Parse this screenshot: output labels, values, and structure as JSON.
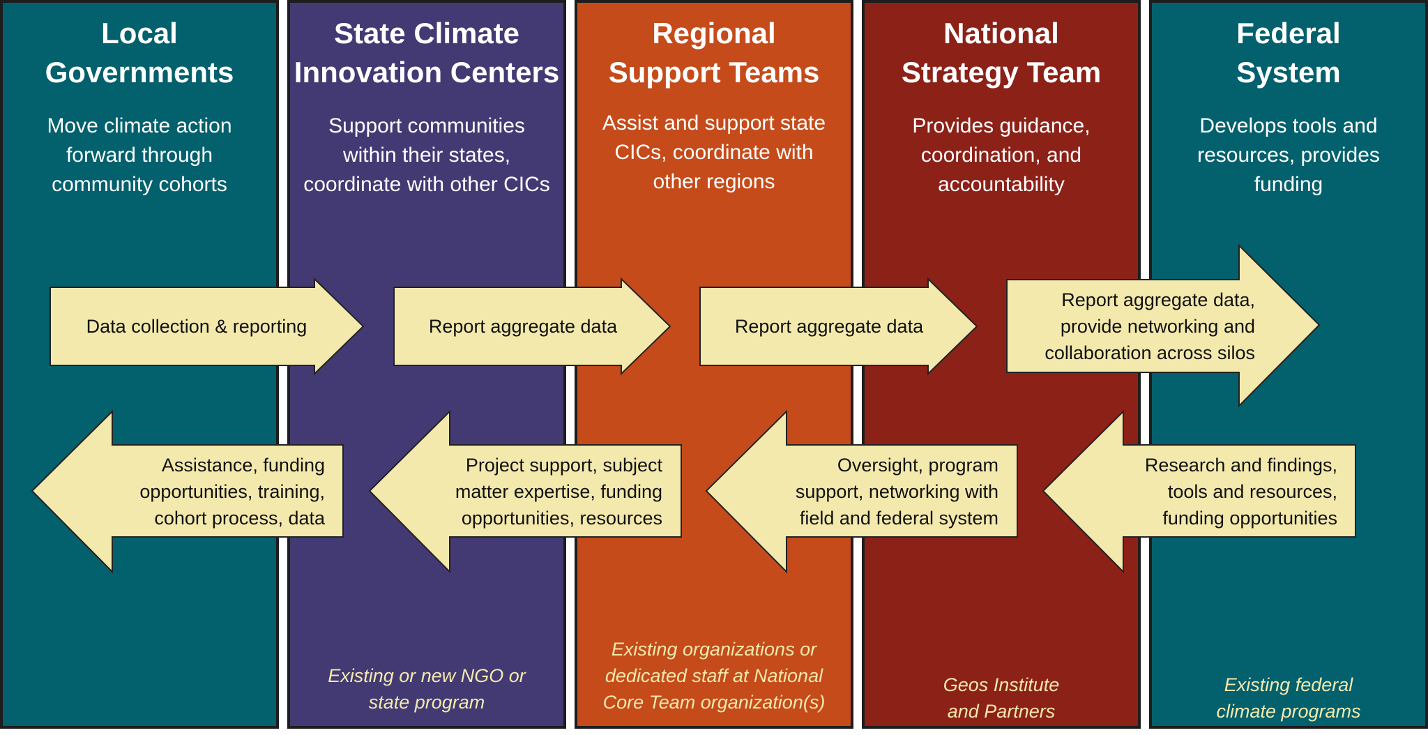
{
  "colors": {
    "local": "#03606d",
    "state": "#433a73",
    "regional": "#c54b1a",
    "national": "#8c2118",
    "federal": "#03606d",
    "arrow_fill": "#f3e9ad",
    "note_text": "#f3e9ad"
  },
  "columns": [
    {
      "title": "Local\nGovernments",
      "description": "Move climate action\nforward through\ncommunity cohorts",
      "note": ""
    },
    {
      "title": "State Climate\nInnovation Centers",
      "description": "Support communities\nwithin their states,\ncoordinate with other CICs",
      "note": "Existing or new NGO or\nstate program"
    },
    {
      "title": "Regional\nSupport Teams",
      "description": "Assist and support state\nCICs, coordinate with\nother regions",
      "note": "Existing organizations or\ndedicated staff at National\nCore Team organization(s)"
    },
    {
      "title": "National\nStrategy Team",
      "description": "Provides guidance,\ncoordination, and\naccountability",
      "note": "Geos Institute\nand Partners"
    },
    {
      "title": "Federal\nSystem",
      "description": "Develops tools and\nresources, provides\nfunding",
      "note": "Existing federal\nclimate programs"
    }
  ],
  "arrows_up": [
    {
      "label": "Data collection & reporting"
    },
    {
      "label": "Report aggregate data"
    },
    {
      "label": "Report aggregate data"
    },
    {
      "label": "Report aggregate data,\nprovide networking and\ncollaboration across silos"
    }
  ],
  "arrows_down": [
    {
      "label": "Assistance, funding\nopportunities, training,\ncohort process, data"
    },
    {
      "label": "Project support, subject\nmatter expertise, funding\nopportunities, resources"
    },
    {
      "label": "Oversight, program\nsupport, networking with\nfield and federal system"
    },
    {
      "label": "Research and findings,\ntools and resources,\nfunding opportunities"
    }
  ]
}
